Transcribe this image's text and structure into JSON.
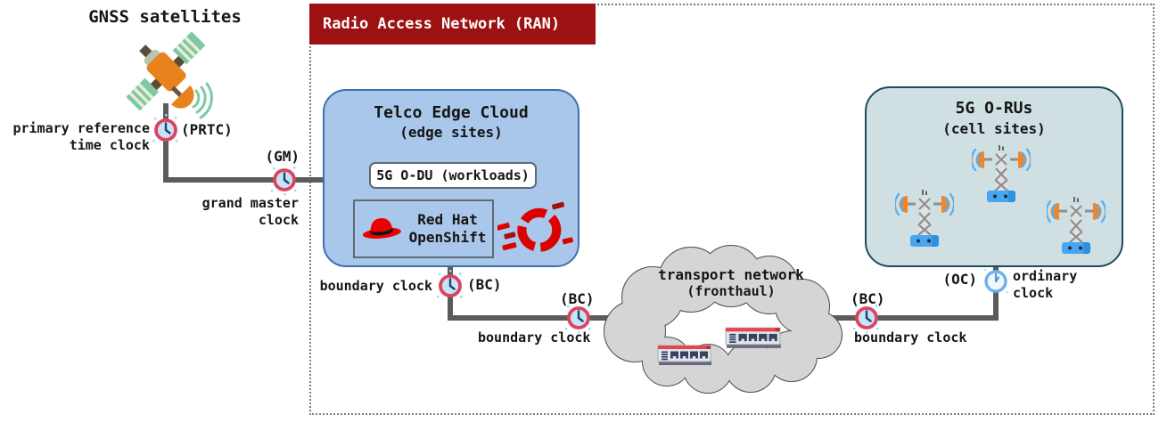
{
  "gnss": {
    "title": "GNSS satellites"
  },
  "ran": {
    "title": "Radio Access Network (RAN)"
  },
  "prtc": {
    "line1": "primary reference",
    "line2": "time clock",
    "abbr": "(PRTC)"
  },
  "gm": {
    "line1": "grand master",
    "line2": "clock",
    "abbr": "(GM)"
  },
  "telco": {
    "title": "Telco Edge Cloud",
    "subtitle": "(edge sites)",
    "odu_label": "5G O-DU (workloads)",
    "redhat_line1": "Red Hat",
    "redhat_line2": "OpenShift"
  },
  "bc1": {
    "label": "boundary clock",
    "abbr": "(BC)"
  },
  "bc2": {
    "label": "boundary clock",
    "abbr": "(BC)"
  },
  "bc3": {
    "label": "boundary clock",
    "abbr": "(BC)"
  },
  "oc": {
    "abbr": "(OC)",
    "line1": "ordinary",
    "line2": "clock"
  },
  "transport": {
    "title": "transport network",
    "subtitle": "(fronthaul)"
  },
  "oru": {
    "title": "5G O-RUs",
    "subtitle": "(cell sites)"
  },
  "colors": {
    "banner_bg": "#9d1112",
    "banner_text": "#ffffff",
    "wire": "#5b5b5b",
    "telco_fill": "#a9c7ea",
    "telco_border": "#3f70ad",
    "oru_fill": "#cfdfe2",
    "oru_border": "#1d4d5c",
    "cloud_fill": "#d5d5d5",
    "bc_clock_ring": "#d9465c",
    "bc_clock_face": "#c6e3f8",
    "oc_clock_ring": "#6fb1ea",
    "redhat_red": "#ee0000",
    "tower_orange": "#f0862b",
    "tower_blue": "#46a6f2"
  },
  "icons": {
    "satellite": "gnss-satellite-icon",
    "red_clock": "ptp-clock-icon (red ring, blue face)",
    "blue_clock": "ordinary-clock-icon (blue ring)",
    "fedora": "red-hat-fedora-icon",
    "openshift": "openshift-ring-logo-icon",
    "switch": "ethernet-switch-icon",
    "tower": "cell-tower-antenna-icon",
    "cloud": "network-cloud-shape"
  }
}
